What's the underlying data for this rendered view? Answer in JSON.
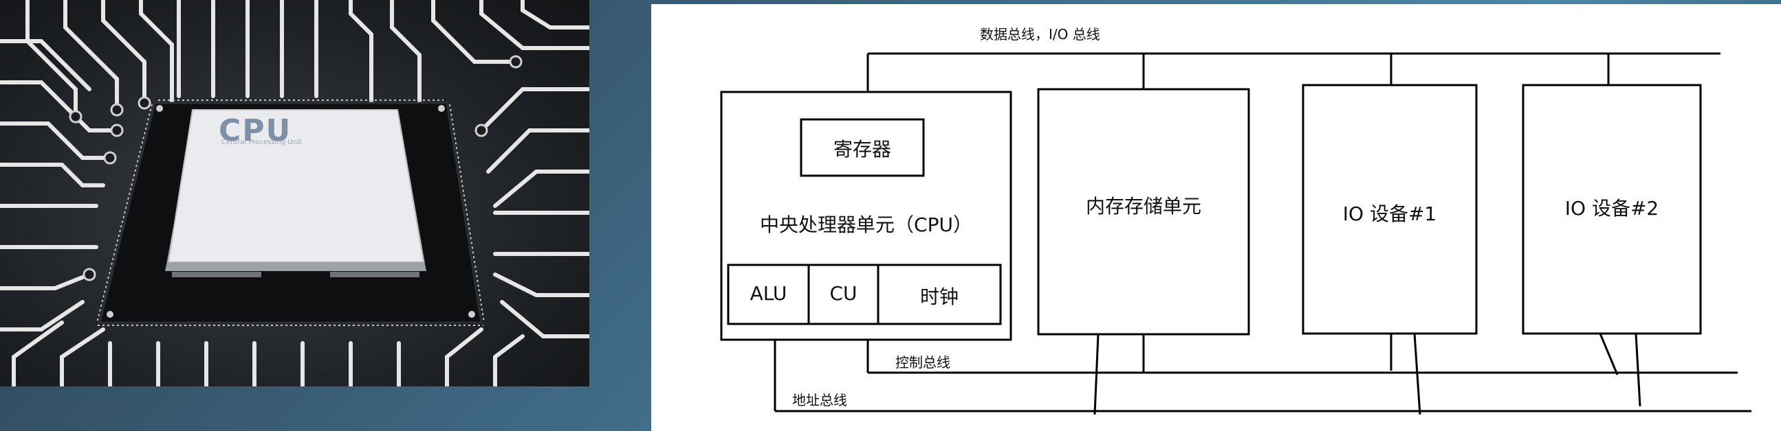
{
  "photo": {
    "chip_label": "CPU"
  },
  "diagram": {
    "bus_labels": {
      "data_bus": "数据总线，I/O 总线",
      "control_bus": "控制总线",
      "address_bus": "地址总线"
    },
    "cpu": {
      "register": "寄存器",
      "title": "中央处理器单元（CPU）",
      "alu": "ALU",
      "cu": "CU",
      "clock": "时钟"
    },
    "memory": "内存存储单元",
    "io1": "IO 设备#1",
    "io2": "IO 设备#2"
  }
}
